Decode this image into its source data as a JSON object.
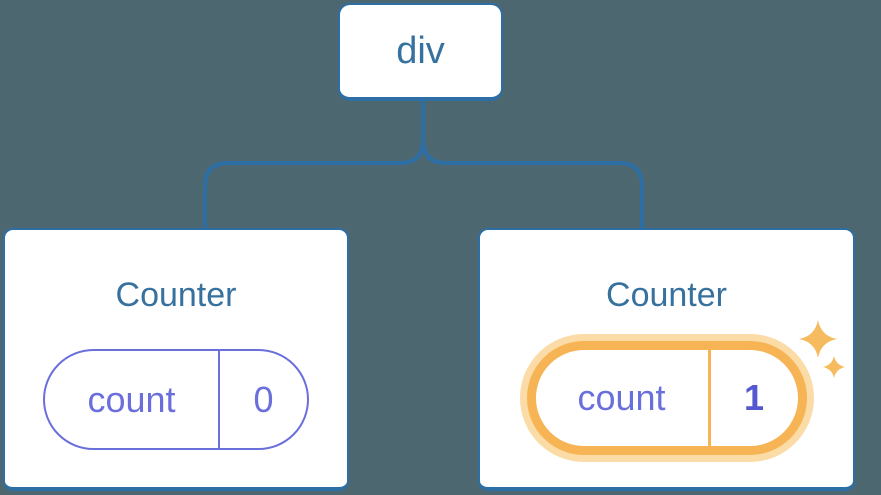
{
  "diagram": {
    "root": {
      "label": "div"
    },
    "nodes": [
      {
        "title": "Counter",
        "state_key": "count",
        "state_value": "0",
        "highlighted": false
      },
      {
        "title": "Counter",
        "state_key": "count",
        "state_value": "1",
        "highlighted": true
      }
    ]
  },
  "icons": {
    "sparkles": "four-point-stars"
  },
  "colors": {
    "background": "#4d6771",
    "card-bg": "#ffffff",
    "node-border": "#2d6fa5",
    "connector": "#2d6fa5",
    "node-text": "#37719e",
    "state-purple": "#6a6fdc",
    "state-value-bold": "#5559cf",
    "highlight-orange": "#f6b455",
    "highlight-glow": "#fbdba6",
    "sparkle": "#f6bb5f"
  }
}
